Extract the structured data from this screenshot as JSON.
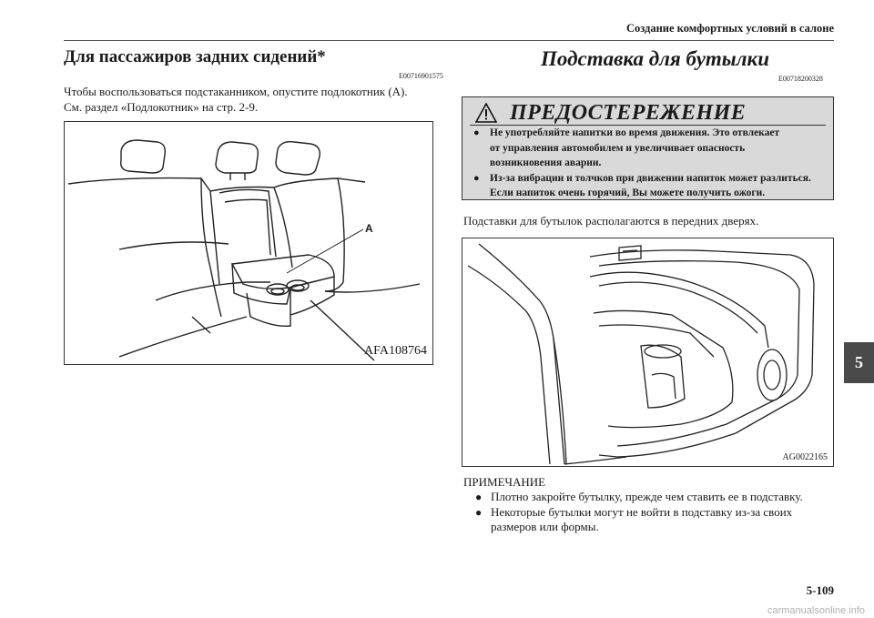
{
  "header": {
    "running_title": "Создание комфортных условий в салоне"
  },
  "left": {
    "heading": "Для пассажиров задних сидений*",
    "code": "E00716901575",
    "paragraph_line1": "Чтобы воспользоваться подстаканником, опустите подлокотник (A).",
    "paragraph_line2": "См. раздел «Подлокотник» на стр. 2-9.",
    "figure": {
      "label_a": "A",
      "caption": "AFA108764"
    }
  },
  "right": {
    "heading": "Подставка для бутылки",
    "code": "E00718200328",
    "warning": {
      "icon": "warning-triangle-icon",
      "title": "ПРЕДОСТЕРЕЖЕНИЕ",
      "items": [
        {
          "line1": "Не употребляйте напитки во время движения. Это отвлекает",
          "line2": "от управления автомобилем и увеличивает опасность",
          "line3": "возникновения аварии."
        },
        {
          "line1": "Из-за вибрации и толчков при движении напиток может разлиться.",
          "line2": "Если напиток очень горячий, Вы можете получить ожоги."
        }
      ]
    },
    "paragraph": "Подставки для бутылок располагаются в передних дверях.",
    "figure": {
      "caption": "AG0022165"
    },
    "note": {
      "heading": "ПРИМЕЧАНИЕ",
      "items": [
        {
          "line1": "Плотно закройте бутылку, прежде чем ставить ее в подставку."
        },
        {
          "line1": "Некоторые бутылки могут не войти в подставку из-за своих",
          "line2": "размеров или формы."
        }
      ]
    }
  },
  "footer": {
    "chapter_tab": "5",
    "page_number": "5-109",
    "watermark": "carmanualsonline.info"
  }
}
